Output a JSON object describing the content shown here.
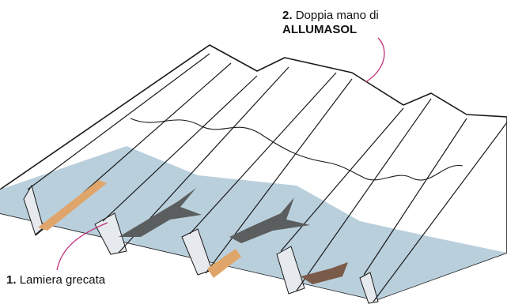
{
  "callouts": [
    {
      "number": "2.",
      "text": "Doppia mano di",
      "product": "ALLUMASOL"
    },
    {
      "number": "1.",
      "text": "Lamiera grecata"
    }
  ],
  "colors": {
    "sheet_coated": "#ffffff",
    "sheet_shade": "#e6eaee",
    "sheet_outline": "#1a1a1a",
    "metal_exposed": "#b9cfdc",
    "rust_orange": "#e0a56a",
    "corrosion_dark": "#5b5e5e",
    "corrosion_brown": "#7a5a48",
    "leader_line": "#c0317a"
  }
}
